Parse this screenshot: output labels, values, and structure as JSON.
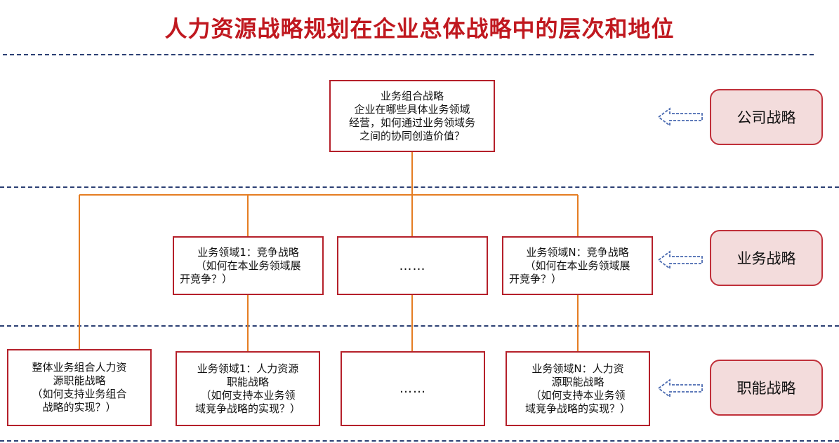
{
  "title": "人力资源战略规划在企业总体战略中的层次和地位",
  "levels": {
    "corporate": "公司战略",
    "business": "业务战略",
    "functional": "职能战略"
  },
  "corporate_box": {
    "line1": "业务组合战略",
    "line2": "企业在哪些具体业务领域",
    "line3": "经营，如何通过业务领域务",
    "line4": "之间的协同创造价值？"
  },
  "business_boxes": {
    "first": {
      "line1": "业务领域1：竞争战略",
      "line2": "（如何在本业务领域展",
      "line3": "开竞争？）"
    },
    "middle": {
      "line1": "……"
    },
    "last": {
      "line1": "业务领域N：竞争战略",
      "line2": "（如何在本业务领域展",
      "line3": "开竞争？）"
    }
  },
  "functional_boxes": {
    "overall": {
      "line1": "整体业务组合人力资",
      "line2": "源职能战略",
      "line3": "（如何支持业务组合",
      "line4": "战略的实现？）"
    },
    "first": {
      "line1": "业务领域1：人力资源",
      "line2": "职能战略",
      "line3": "（如何支持本业务领",
      "line4": "域竞争战略的实现？）"
    },
    "middle": {
      "line1": "……"
    },
    "last": {
      "line1": "业务领域N：人力资",
      "line2": "源职能战略",
      "line3": "（如何支持本业务领",
      "line4": "域竞争战略的实现？）"
    }
  },
  "colors": {
    "title": "#c0181f",
    "box_border": "#b5202a",
    "connector": "#e57d22",
    "dash": "#2b3f73",
    "pill_fill": "#f3dcdc",
    "arrow": "#4a6ab0"
  }
}
